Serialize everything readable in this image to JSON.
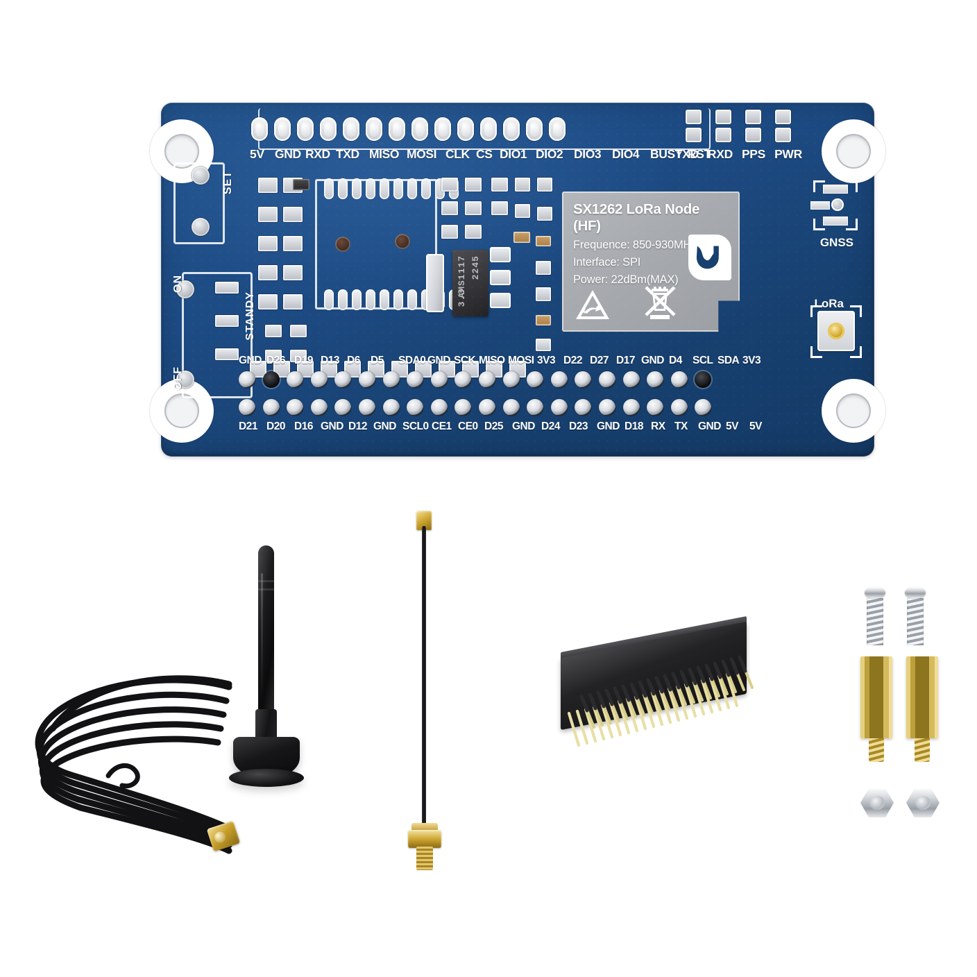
{
  "product": {
    "name": "SX1262 LoRa Node (HF) HAT kit",
    "background_color": "#ffffff",
    "pcb_color": "#1d4b84",
    "silkscreen_color": "#ffffff",
    "gold_color": "#c9a12c"
  },
  "board": {
    "shield_label": {
      "title": "SX1262 LoRa Node (HF)",
      "line_frequence": "Frequence: 850-930MHz",
      "line_interface": "Interface: SPI",
      "line_power": "Power: 22dBm(MAX)",
      "brand_logo": "waveshare-logo",
      "symbols": [
        "esd-sensitive-icon",
        "weee-crossed-bin-icon"
      ]
    },
    "top_header_labels": [
      "5V",
      "GND",
      "RXD",
      "TXD",
      "MISO",
      "MOSI",
      "CLK",
      "CS",
      "DIO1",
      "DIO2",
      "DIO3",
      "DIO4",
      "BUSY",
      "RST"
    ],
    "led_labels": [
      "TXD",
      "RXD",
      "PPS",
      "PWR"
    ],
    "left_edge_labels": [
      "SET",
      "ON",
      "STANDY",
      "OFF"
    ],
    "right_edge_labels": [
      "GNSS",
      "LoRa"
    ],
    "regulator": {
      "part": "AMS1117",
      "voltage": "3.3",
      "date_code": "2245"
    },
    "gpio_top_labels": [
      "GND",
      "D26",
      "D19",
      "D13",
      "D6",
      "D5",
      "SDA0",
      "GND",
      "SCK",
      "MISO",
      "MOSI",
      "3V3",
      "D22",
      "D27",
      "D17",
      "GND",
      "D4",
      "SCL",
      "SDA",
      "3V3"
    ],
    "gpio_bottom_labels": [
      "D21",
      "D20",
      "D16",
      "GND",
      "D12",
      "GND",
      "SCL0",
      "CE1",
      "CE0",
      "D25",
      "GND",
      "D24",
      "D23",
      "GND",
      "D18",
      "RX",
      "TX",
      "GND",
      "5V",
      "5V"
    ],
    "mounting_holes": 4
  },
  "accessories": [
    {
      "id": "magnetic-antenna",
      "name": "Magnetic base antenna with coiled cable and SMA male connector"
    },
    {
      "id": "ipex-sma-pigtail",
      "name": "u.FL (IPEX) to SMA female bulkhead pigtail cable"
    },
    {
      "id": "stacking-header",
      "name": "2x20 pin stacking header, black body with gold pins"
    },
    {
      "id": "screws",
      "name": "2 x pan head screws"
    },
    {
      "id": "standoffs",
      "name": "2 x brass hex standoffs"
    },
    {
      "id": "nuts",
      "name": "2 x hex nuts"
    }
  ]
}
